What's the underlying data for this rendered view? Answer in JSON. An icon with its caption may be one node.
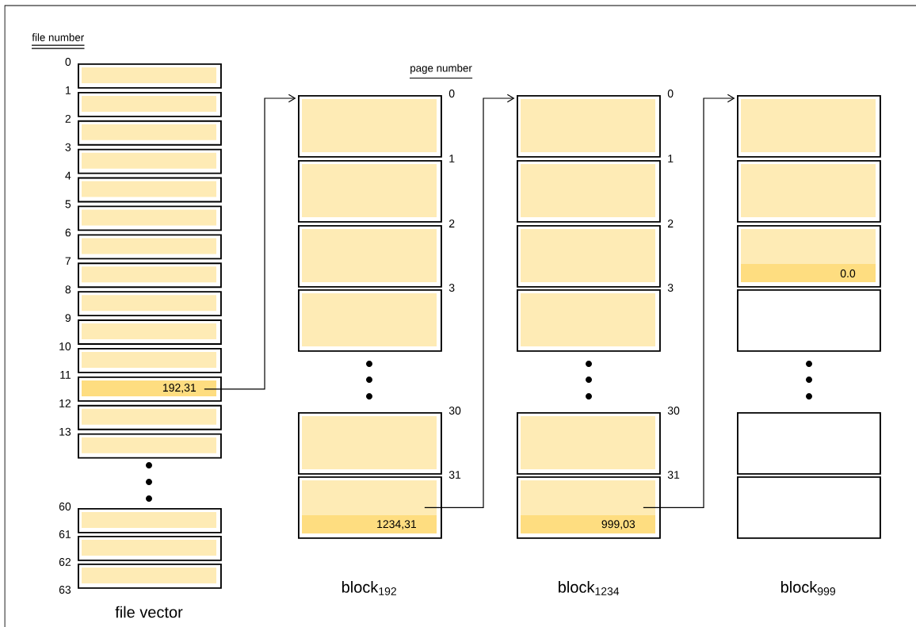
{
  "diagram": {
    "nodes": [
      {
        "text": [],
        "shape": "box"
      },
      {
        "text": [],
        "shape": "box"
      },
      {
        "text": [],
        "shape": "box"
      },
      {
        "text": [],
        "shape": "box"
      },
      {
        "text": [],
        "shape": "box"
      },
      {
        "text": [],
        "shape": "box"
      },
      {
        "text": [],
        "shape": "box"
      },
      {
        "text": [],
        "shape": "box"
      },
      {
        "text": [],
        "shape": "box"
      },
      {
        "text": [],
        "shape": "box"
      },
      {
        "text": [],
        "shape": "box"
      },
      {
        "text": [
          "192,31"
        ]
      },
      {
        "text": [],
        "shape": "box"
      },
      {
        "text": [],
        "shape": "box"
      },
      {
        "text": [],
        "shape": "box"
      },
      {
        "text": [],
        "shape": "box"
      },
      {
        "text": [],
        "shape": "box"
      },
      {
        "text": [],
        "shape": "box",
        "beside": [
          "0"
        ]
      },
      {
        "text": [],
        "shape": "box",
        "beside": [
          "1"
        ]
      },
      {
        "text": [],
        "shape": "box",
        "beside": [
          "2"
        ]
      },
      {
        "text": [],
        "shape": "box",
        "beside": [
          "3"
        ]
      },
      {
        "text": [],
        "shape": "box",
        "beside": [
          "30"
        ]
      },
      {
        "text": [
          "1234,31"
        ],
        "beside": [
          "31"
        ]
      },
      {
        "text": [],
        "shape": "box",
        "beside": [
          "0"
        ]
      },
      {
        "text": [],
        "shape": "box",
        "beside": [
          "1"
        ]
      },
      {
        "text": [],
        "shape": "box",
        "beside": [
          "2"
        ]
      },
      {
        "text": [],
        "shape": "box",
        "beside": [
          "3"
        ]
      },
      {
        "text": [],
        "shape": "box",
        "beside": [
          "30"
        ]
      },
      {
        "text": [
          "999,03"
        ],
        "beside": [
          "31"
        ]
      },
      {
        "text": [],
        "shape": "box"
      },
      {
        "text": [],
        "shape": "box"
      },
      {
        "text": [
          "0.0"
        ]
      },
      {
        "text": [],
        "shape": "box"
      },
      {
        "text": [],
        "shape": "box"
      },
      {
        "text": [],
        "shape": "box"
      }
    ],
    "edges": [
      {
        "from": 11,
        "to": 17,
        "arrow": "to"
      },
      {
        "from": 22,
        "to": 23,
        "arrow": "to"
      },
      {
        "from": 28,
        "to": 29,
        "arrow": "to"
      }
    ],
    "labels": [
      "file number",
      "0",
      "1",
      "2",
      "3",
      "4",
      "5",
      "6",
      "7",
      "8",
      "9",
      "10",
      "11",
      "12",
      "13",
      "60",
      "61",
      "62",
      "63",
      "page number",
      "file vector",
      "block$_{192}$",
      "block$_{1234}$",
      "block$_{999}$"
    ]
  }
}
